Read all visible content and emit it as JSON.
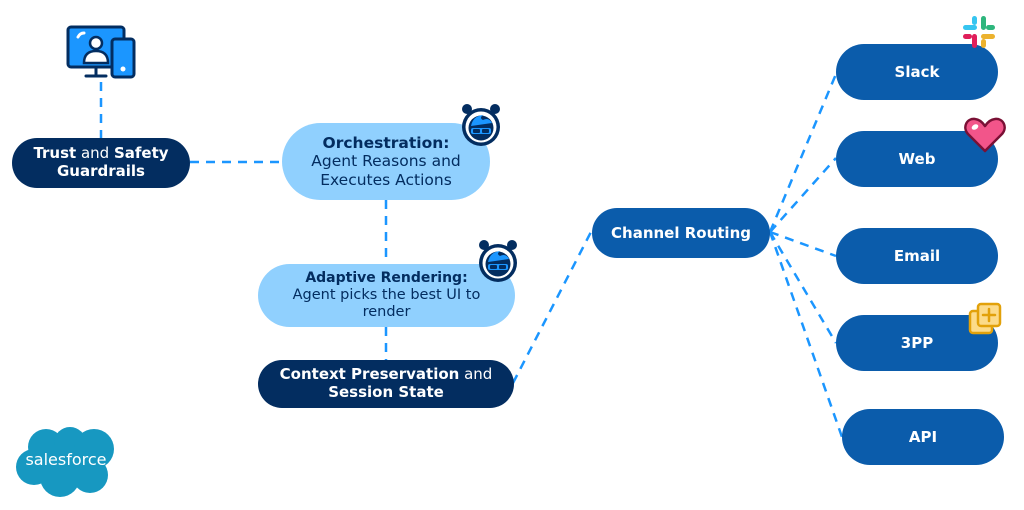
{
  "nodes": {
    "trust": {
      "line1_bold_a": "Trust",
      "line1_mid": " and ",
      "line1_bold_b": "Safety",
      "line2": "Guardrails"
    },
    "orchestration": {
      "title": "Orchestration:",
      "line2": "Agent Reasons and",
      "line3": "Executes Actions"
    },
    "adaptive": {
      "title": "Adaptive Rendering:",
      "line2": "Agent picks the best UI to",
      "line3": "render"
    },
    "context": {
      "line1_bold": "Context Preservation",
      "line1_rest": " and",
      "line2": "Session State"
    },
    "routing": {
      "label": "Channel Routing"
    }
  },
  "channels": [
    {
      "label": "Slack",
      "icon": "slack-logo-icon"
    },
    {
      "label": "Web",
      "icon": "heart-icon"
    },
    {
      "label": "Email",
      "icon": ""
    },
    {
      "label": "3PP",
      "icon": "add-app-icon"
    },
    {
      "label": "API",
      "icon": ""
    }
  ],
  "brand": {
    "logo_text": "salesforce"
  },
  "colors": {
    "dark_navy": "#032d60",
    "light_blue": "#90d0fe",
    "mid_blue": "#0b5cab",
    "connector": "#1b96ff",
    "salesforce_cloud": "#1798c1"
  }
}
